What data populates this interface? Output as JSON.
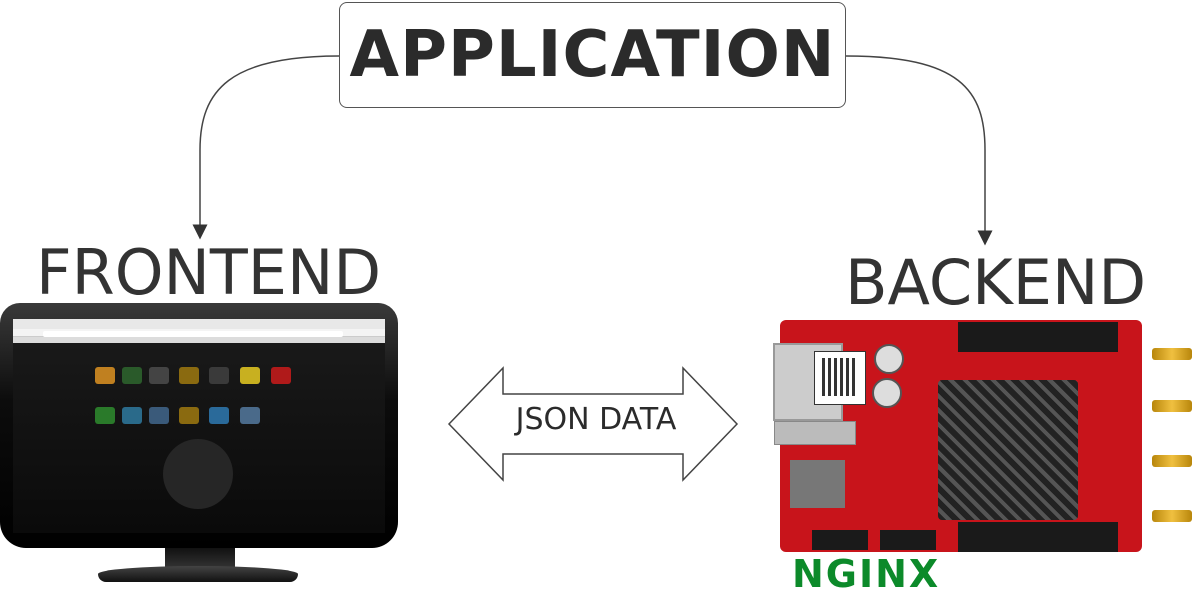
{
  "diagram": {
    "top_box": "APPLICATION",
    "left_label": "FRONTEND",
    "right_label": "BACKEND",
    "arrow_label": "JSON DATA",
    "server_logo": "NGINX"
  },
  "colors": {
    "text": "#2b2b2b",
    "board": "#c8141b",
    "nginx": "#0c8a2a",
    "arrow_stroke": "#444444"
  },
  "icons": [
    "monitor-image",
    "red-pitaya-board-image",
    "nginx-logo"
  ]
}
